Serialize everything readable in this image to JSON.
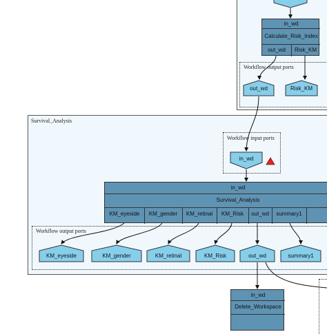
{
  "top_cluster": {
    "processor": {
      "input_port": "in_wd",
      "name": "Calculate_Risk_Index",
      "outputs": [
        "out_wd",
        "Risk_KM"
      ]
    },
    "output_ports_label": "Workflow output ports",
    "output_ports": [
      "out_wd",
      "Risk_KM"
    ]
  },
  "survival_cluster": {
    "label": "Survival_Analysis",
    "input_ports_label": "Workflow input ports",
    "input_port": "in_wd",
    "processor": {
      "input_port": "in_wd",
      "name": "Survival_Analysis",
      "outputs": [
        "KM_eyeside",
        "KM_gender",
        "KM_retinal",
        "KM_Risk",
        "out_wd",
        "summary1"
      ]
    },
    "output_ports_label": "Workflow output ports",
    "output_ports": [
      "KM_eyeside",
      "KM_gender",
      "KM_retinal",
      "KM_Risk",
      "out_wd",
      "summary1"
    ]
  },
  "bottom_processor": {
    "input_port": "in_wd",
    "name": "Delete_Workspace"
  },
  "colors": {
    "processor_fill": "#5f93b3",
    "port_fill": "#87ceeb",
    "cluster_fill": "#f1f8fd",
    "warning": "#e0262a"
  }
}
